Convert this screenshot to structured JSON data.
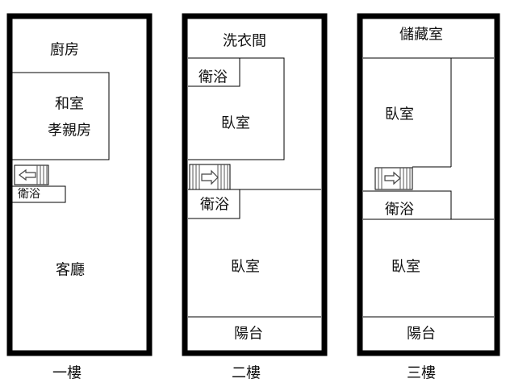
{
  "floors": [
    {
      "caption": "一樓",
      "rooms": {
        "kitchen": "廚房",
        "japanese_room": "和室",
        "filial_room": "孝親房",
        "bath": "衛浴",
        "living": "客廳"
      }
    },
    {
      "caption": "二樓",
      "rooms": {
        "laundry": "洗衣間",
        "bath_upper": "衛浴",
        "bedroom_upper": "臥室",
        "bath_mid": "衛浴",
        "bedroom_lower": "臥室",
        "balcony": "陽台"
      }
    },
    {
      "caption": "三樓",
      "rooms": {
        "storage": "儲藏室",
        "bedroom_upper": "臥室",
        "bath_mid": "衛浴",
        "bedroom_lower": "臥室",
        "balcony": "陽台"
      }
    }
  ],
  "colors": {
    "wall": "#000000",
    "background": "#ffffff"
  }
}
